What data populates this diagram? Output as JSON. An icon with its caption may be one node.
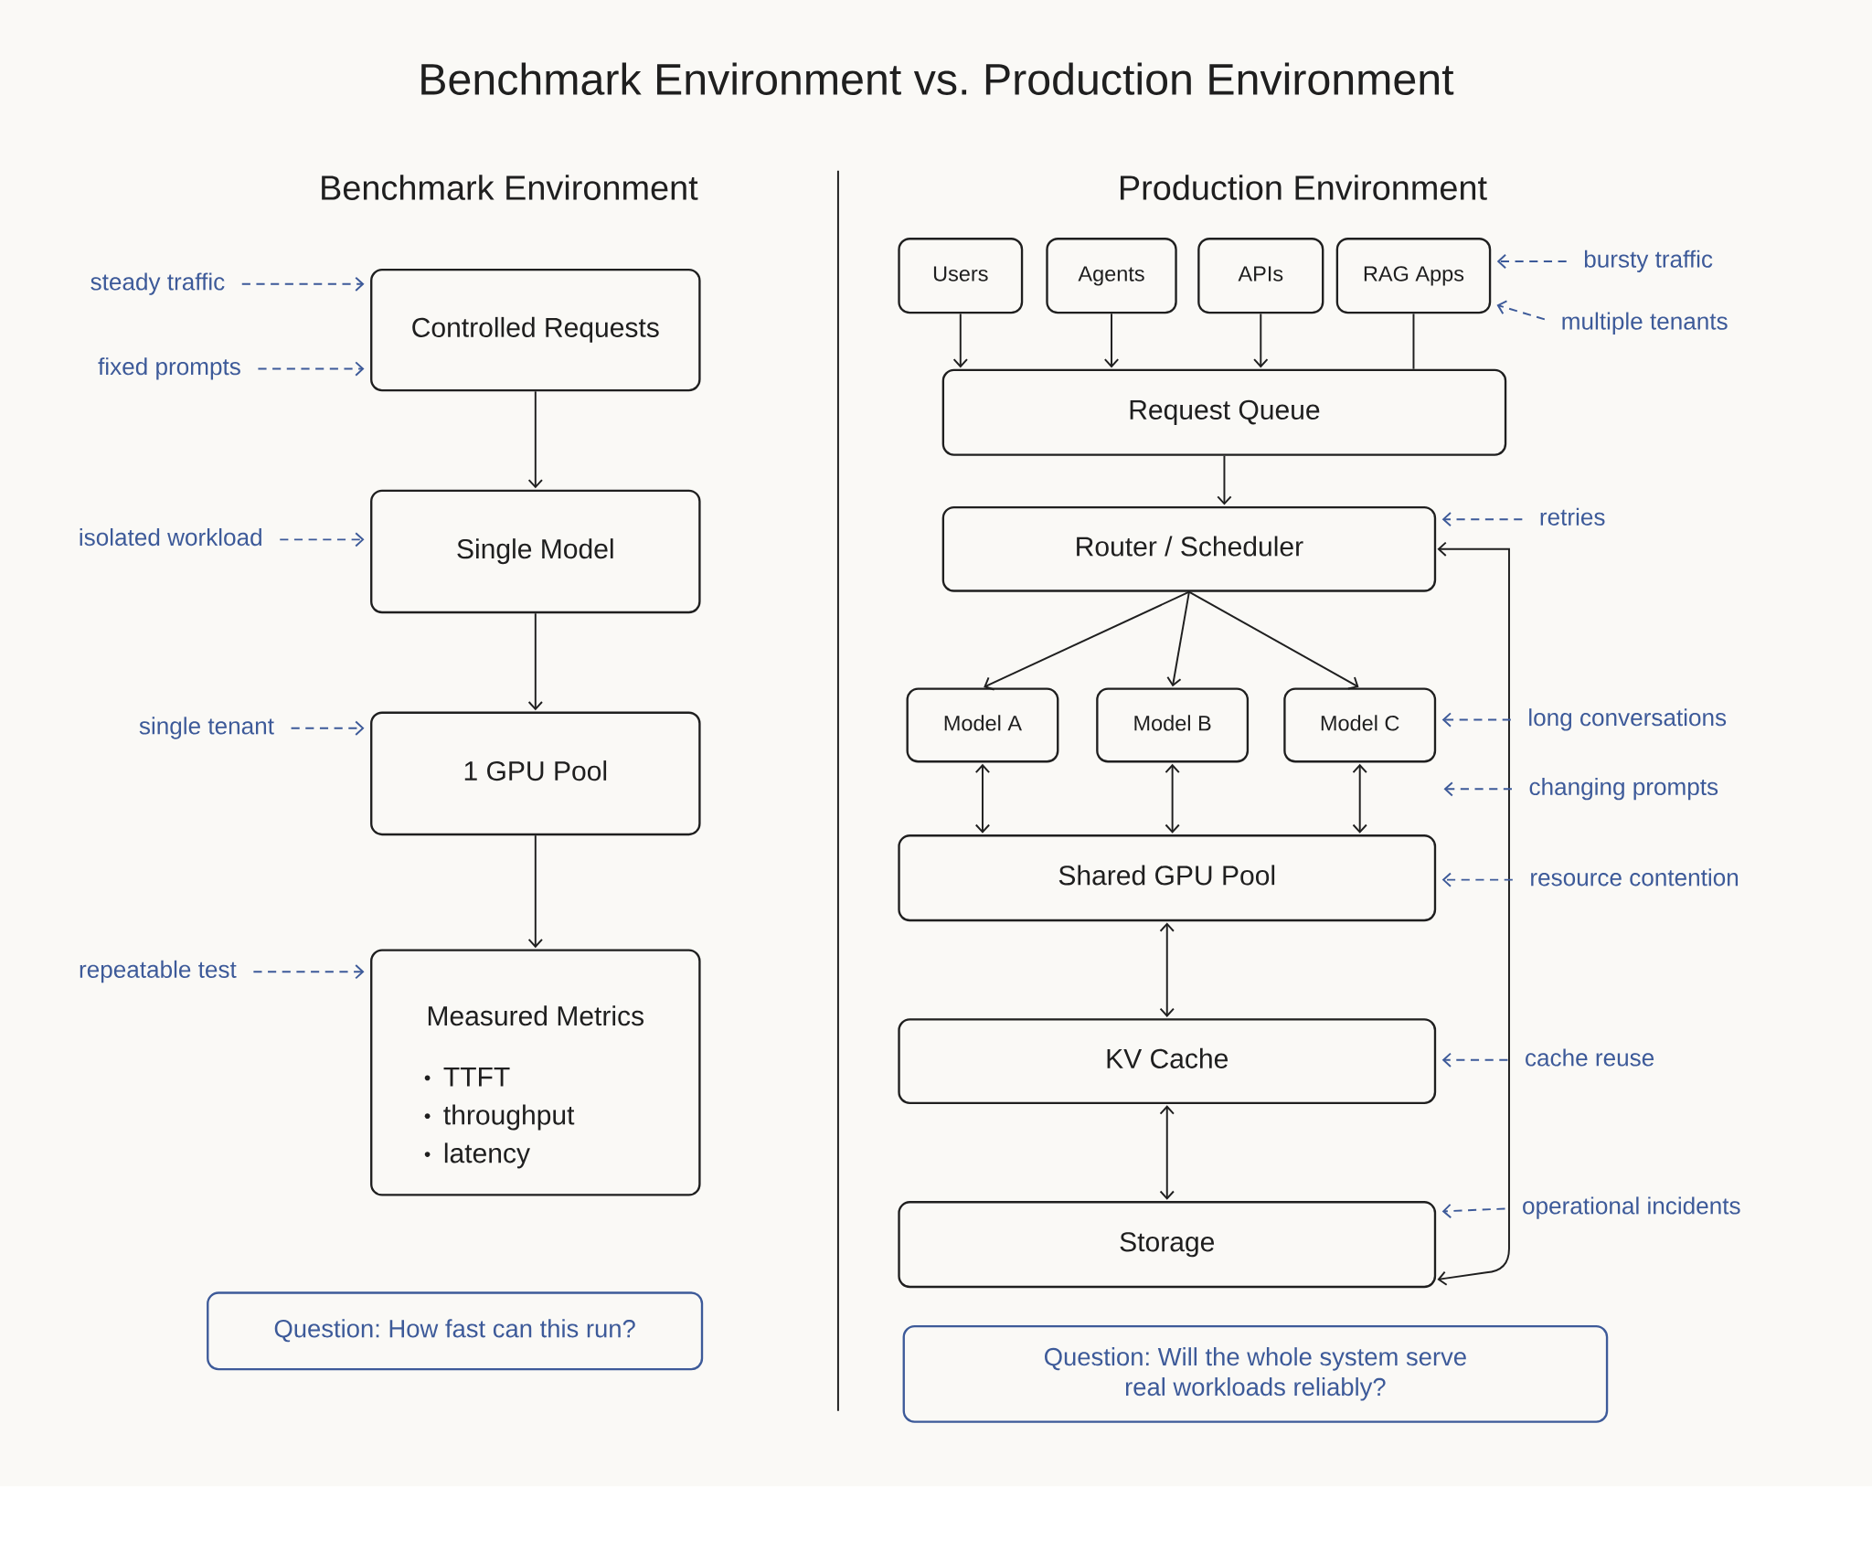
{
  "diagram": {
    "title": "Benchmark Environment vs. Production Environment",
    "nodes": [
      {
        "text": [
          "steady traffic"
        ]
      },
      {
        "text": [
          "fixed prompts"
        ]
      },
      {
        "text": [
          "Controlled Requests"
        ]
      },
      {
        "text": [
          "isolated workload"
        ]
      },
      {
        "text": [
          "Single Model"
        ]
      },
      {
        "text": [
          "single tenant"
        ]
      },
      {
        "text": [
          "1 GPU Pool"
        ]
      },
      {
        "text": [
          "repeatable test"
        ]
      },
      {
        "text": [
          "Measured Metrics",
          "TTFT",
          "throughput",
          "latency"
        ]
      },
      {
        "text": [
          "Question: How fast can this run?"
        ]
      },
      {
        "text": [
          "Users"
        ]
      },
      {
        "text": [
          "Agents"
        ]
      },
      {
        "text": [
          "APIs"
        ]
      },
      {
        "text": [
          "RAG Apps"
        ]
      },
      {
        "text": [
          "bursty traffic"
        ]
      },
      {
        "text": [
          "multiple tenants"
        ]
      },
      {
        "text": [
          "Request Queue"
        ]
      },
      {
        "text": [
          "Router / Scheduler"
        ]
      },
      {
        "text": [
          "retries"
        ]
      },
      {
        "text": [
          "Model A"
        ]
      },
      {
        "text": [
          "Model B"
        ]
      },
      {
        "text": [
          "Model C"
        ]
      },
      {
        "text": [
          "long conversations"
        ]
      },
      {
        "text": [
          "changing prompts"
        ]
      },
      {
        "text": [
          "Shared GPU Pool"
        ]
      },
      {
        "text": [
          "resource contention"
        ]
      },
      {
        "text": [
          "KV Cache"
        ]
      },
      {
        "text": [
          "cache reuse"
        ]
      },
      {
        "text": [
          "Storage"
        ]
      },
      {
        "text": [
          "operational incidents"
        ]
      },
      {
        "text": [
          "Question: Will the whole system serve real workloads reliably?"
        ]
      }
    ],
    "edges": [
      {
        "from": 0,
        "to": 2,
        "arrow": "to",
        "style": "dashed",
        "color": "#3d5a99"
      },
      {
        "from": 1,
        "to": 2,
        "arrow": "to",
        "style": "dashed",
        "color": "#3d5a99"
      },
      {
        "from": 2,
        "to": 4,
        "arrow": "to"
      },
      {
        "from": 3,
        "to": 4,
        "arrow": "to",
        "style": "dashed",
        "color": "#3d5a99"
      },
      {
        "from": 4,
        "to": 6,
        "arrow": "to"
      },
      {
        "from": 5,
        "to": 6,
        "arrow": "to",
        "style": "dashed",
        "color": "#3d5a99"
      },
      {
        "from": 6,
        "to": 8,
        "arrow": "to"
      },
      {
        "from": 7,
        "to": 8,
        "arrow": "to",
        "style": "dashed",
        "color": "#3d5a99"
      },
      {
        "from": 10,
        "to": 16,
        "arrow": "to"
      },
      {
        "from": 11,
        "to": 16,
        "arrow": "to"
      },
      {
        "from": 12,
        "to": 16,
        "arrow": "to"
      },
      {
        "from": 13,
        "to": 16,
        "arrow": "none"
      },
      {
        "from": 14,
        "to": 13,
        "arrow": "to",
        "style": "dashed",
        "color": "#3d5a99"
      },
      {
        "from": 15,
        "to": 13,
        "arrow": "to",
        "style": "dashed",
        "color": "#3d5a99"
      },
      {
        "from": 16,
        "to": 17,
        "arrow": "to"
      },
      {
        "from": 18,
        "to": 17,
        "arrow": "to",
        "style": "dashed",
        "color": "#3d5a99"
      },
      {
        "from": 17,
        "to": 19,
        "arrow": "to"
      },
      {
        "from": 17,
        "to": 20,
        "arrow": "to"
      },
      {
        "from": 17,
        "to": 21,
        "arrow": "to"
      },
      {
        "from": 17,
        "to": 28,
        "arrow": "both"
      },
      {
        "from": 22,
        "to": 21,
        "arrow": "to",
        "style": "dashed",
        "color": "#3d5a99"
      },
      {
        "from": 23,
        "to": null,
        "arrow": "to",
        "style": "dashed",
        "color": "#3d5a99"
      },
      {
        "from": 19,
        "to": 24,
        "arrow": "both"
      },
      {
        "from": 20,
        "to": 24,
        "arrow": "both"
      },
      {
        "from": 21,
        "to": 24,
        "arrow": "both"
      },
      {
        "from": 25,
        "to": 24,
        "arrow": "to",
        "style": "dashed",
        "color": "#3d5a99"
      },
      {
        "from": 24,
        "to": 26,
        "arrow": "both"
      },
      {
        "from": 27,
        "to": 26,
        "arrow": "to",
        "style": "dashed",
        "color": "#3d5a99"
      },
      {
        "from": 26,
        "to": 28,
        "arrow": "both"
      },
      {
        "from": 29,
        "to": 28,
        "arrow": "to",
        "style": "dashed",
        "color": "#3d5a99"
      }
    ],
    "labels": [
      "Benchmark Environment",
      "Production Environment"
    ]
  }
}
